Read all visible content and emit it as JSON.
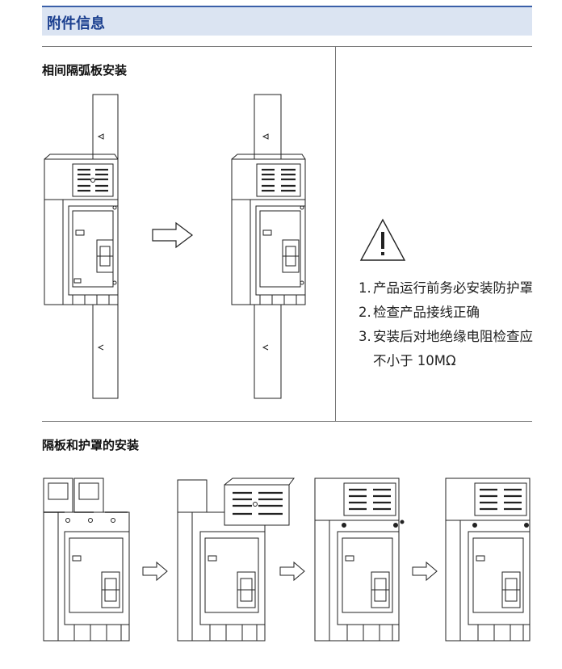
{
  "header": {
    "title": "附件信息"
  },
  "sections": {
    "phase_barrier": {
      "title": "相间隔弧板安装"
    },
    "barrier_cover": {
      "title": "隔板和护罩的安装"
    }
  },
  "notes": [
    {
      "num": "1.",
      "text": "产品运行前务必安装防护罩"
    },
    {
      "num": "2.",
      "text": "检查产品接线正确"
    },
    {
      "num": "3.",
      "text": "安装后对地绝缘电阻检查应不小于 10MΩ"
    }
  ],
  "icons": {
    "warning": "warning-triangle-icon",
    "arrow": "right-arrow-icon"
  },
  "colors": {
    "header_bg": "#dbe4f2",
    "header_text": "#1b3f8f",
    "accent": "#3a5fa8"
  }
}
